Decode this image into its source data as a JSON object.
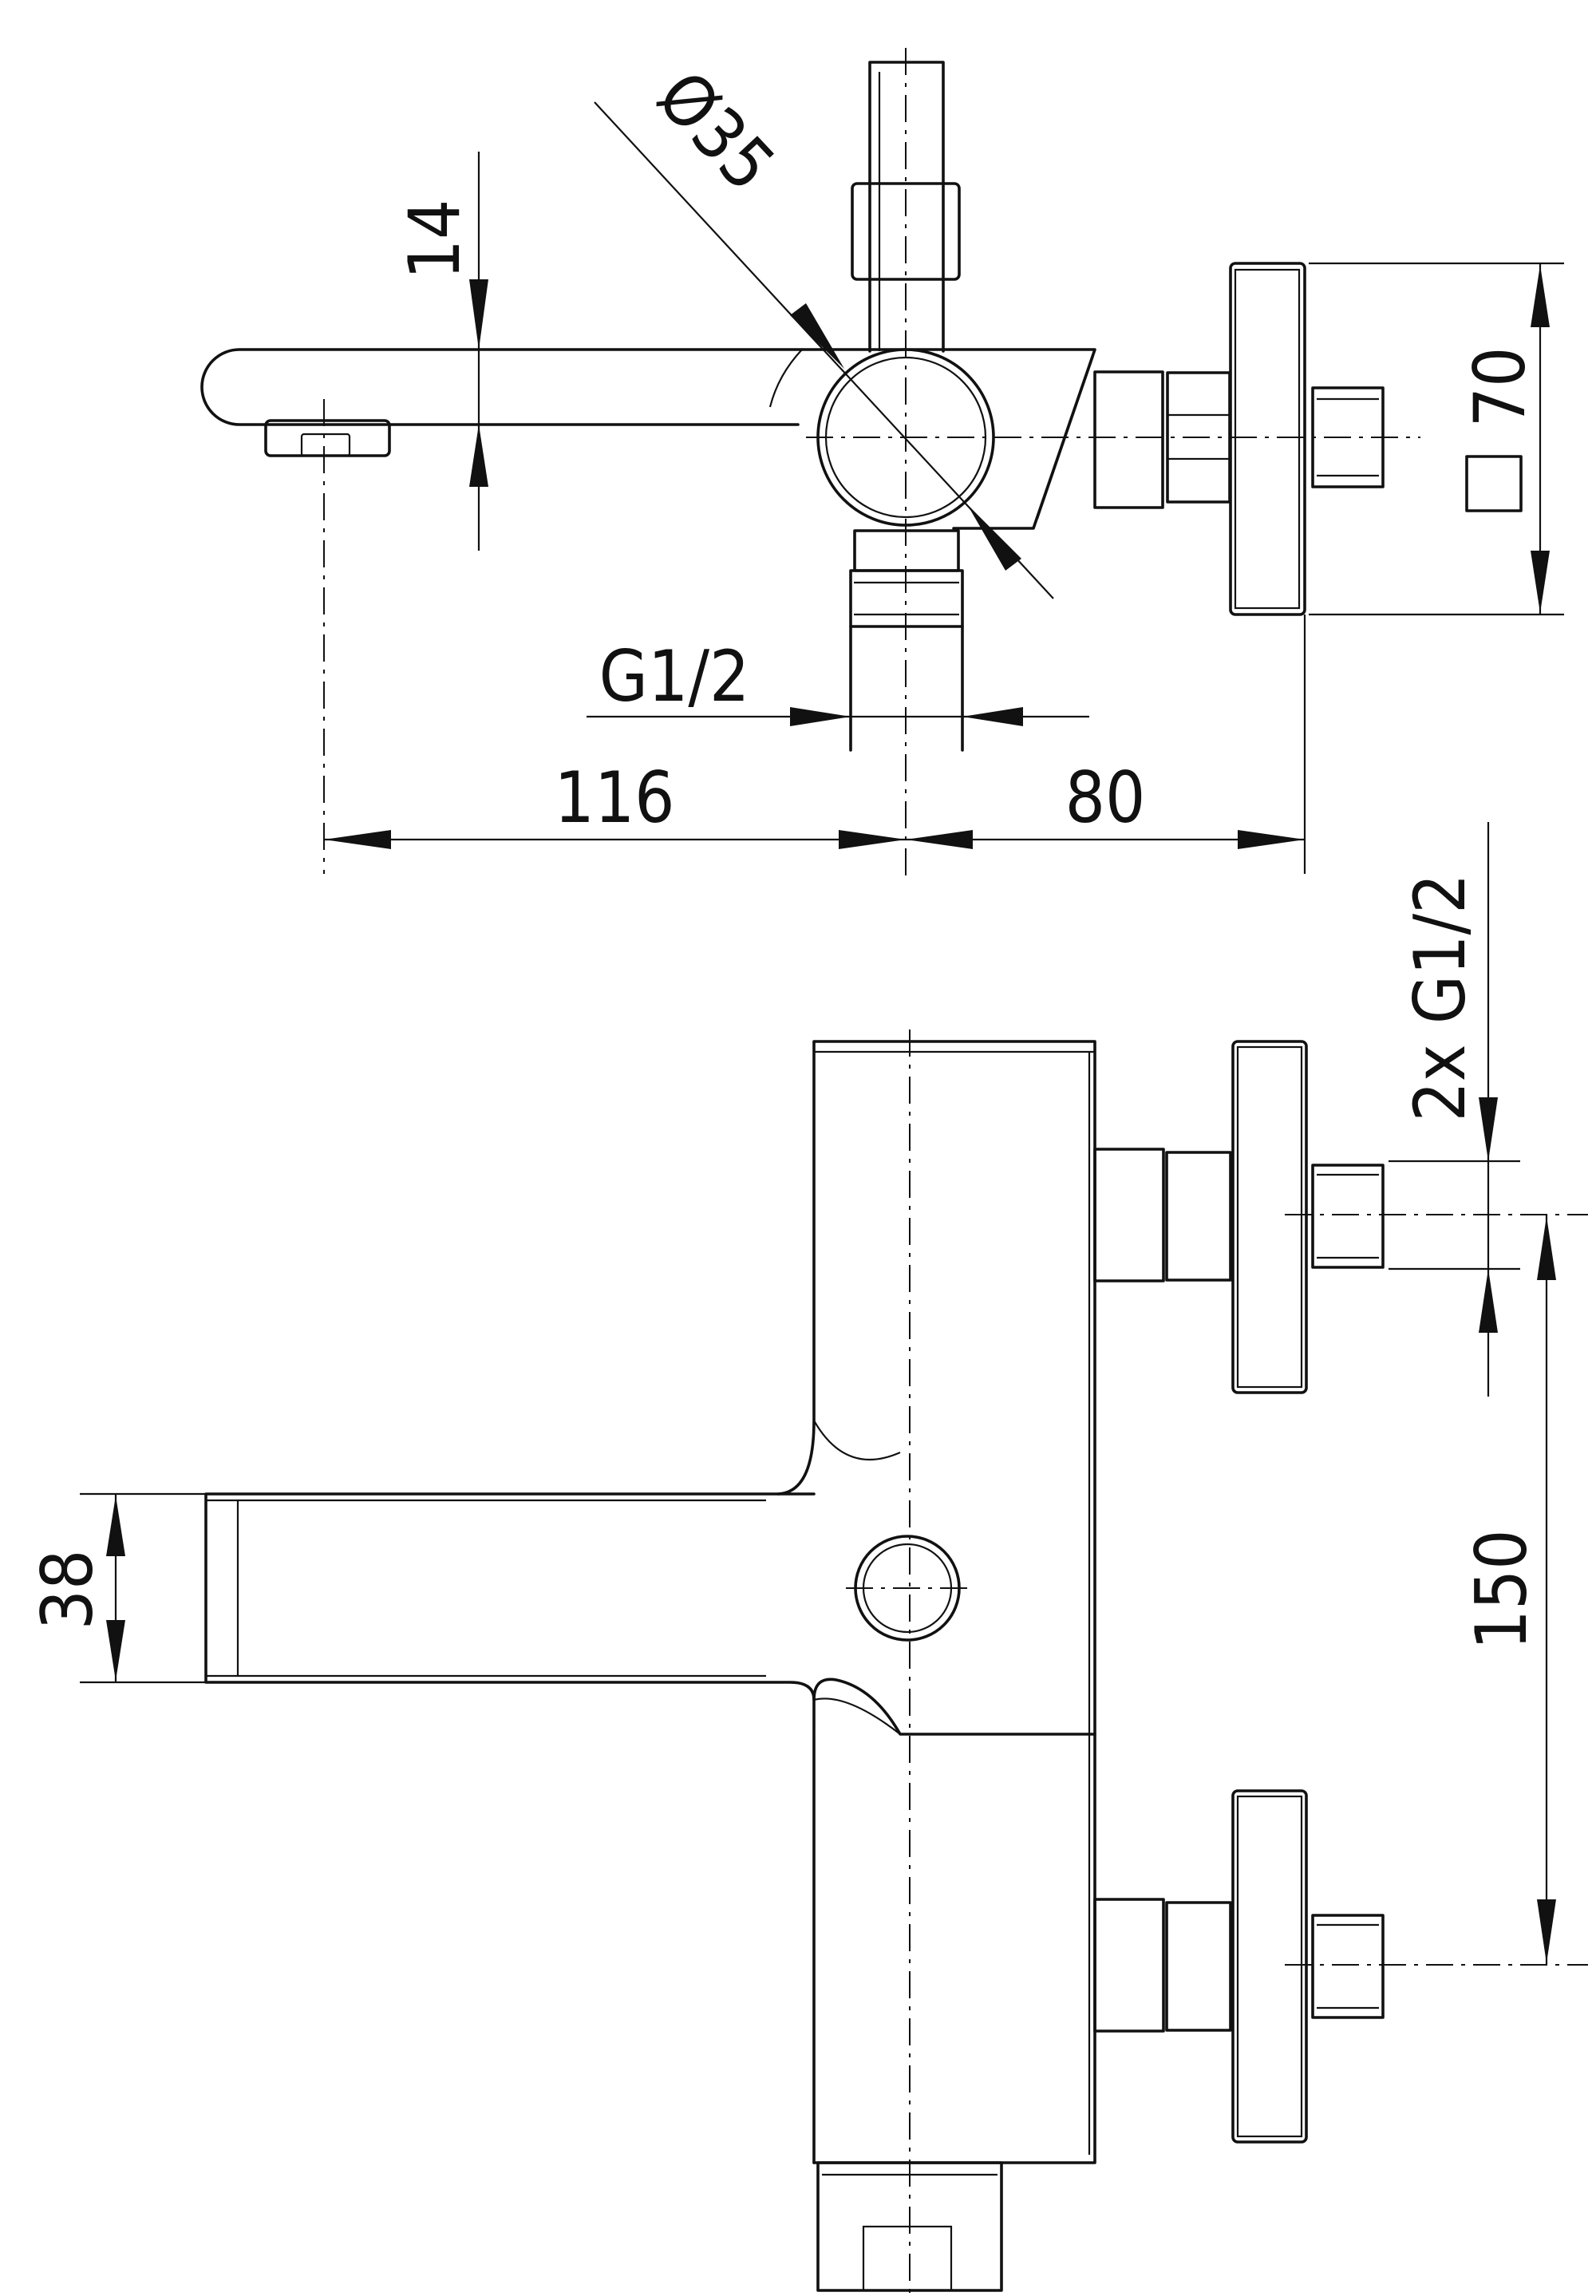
{
  "dimensions": {
    "spout_thickness": "14",
    "lever_diameter": "Ø35",
    "square_70": "70",
    "g_half_top": "G1/2",
    "d_116": "116",
    "d_80": "80",
    "inlets": "2x G1/2",
    "spout_height": "38",
    "centers": "150"
  }
}
